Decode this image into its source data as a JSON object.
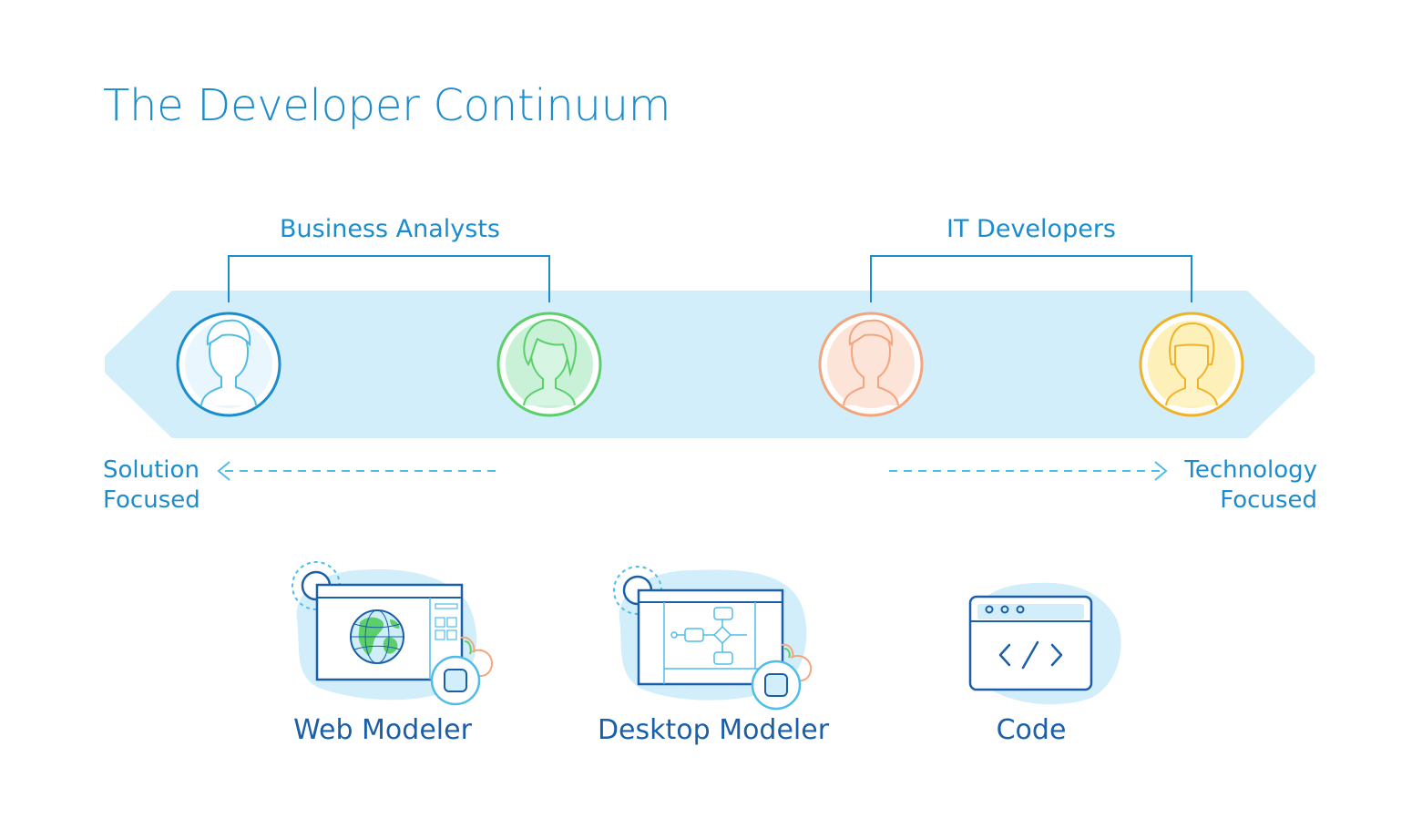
{
  "title": "The Developer Continuum",
  "groups": {
    "business_analysts": "Business Analysts",
    "it_developers": "IT Developers"
  },
  "axis": {
    "left_line1": "Solution",
    "left_line2": "Focused",
    "right_line1": "Technology",
    "right_line2": "Focused"
  },
  "personas": [
    {
      "name": "persona-male-blue",
      "color": "#1b8ccd"
    },
    {
      "name": "persona-female-green",
      "color": "#5ccf6b"
    },
    {
      "name": "persona-male-orange",
      "color": "#f3a57e"
    },
    {
      "name": "persona-female-yellow",
      "color": "#f0b229"
    }
  ],
  "tools": {
    "web_modeler": "Web Modeler",
    "desktop_modeler": "Desktop Modeler",
    "code": "Code"
  },
  "colors": {
    "accent": "#1b8ccd",
    "band": "#d2eefa",
    "dark_blue": "#1b5fa8"
  }
}
